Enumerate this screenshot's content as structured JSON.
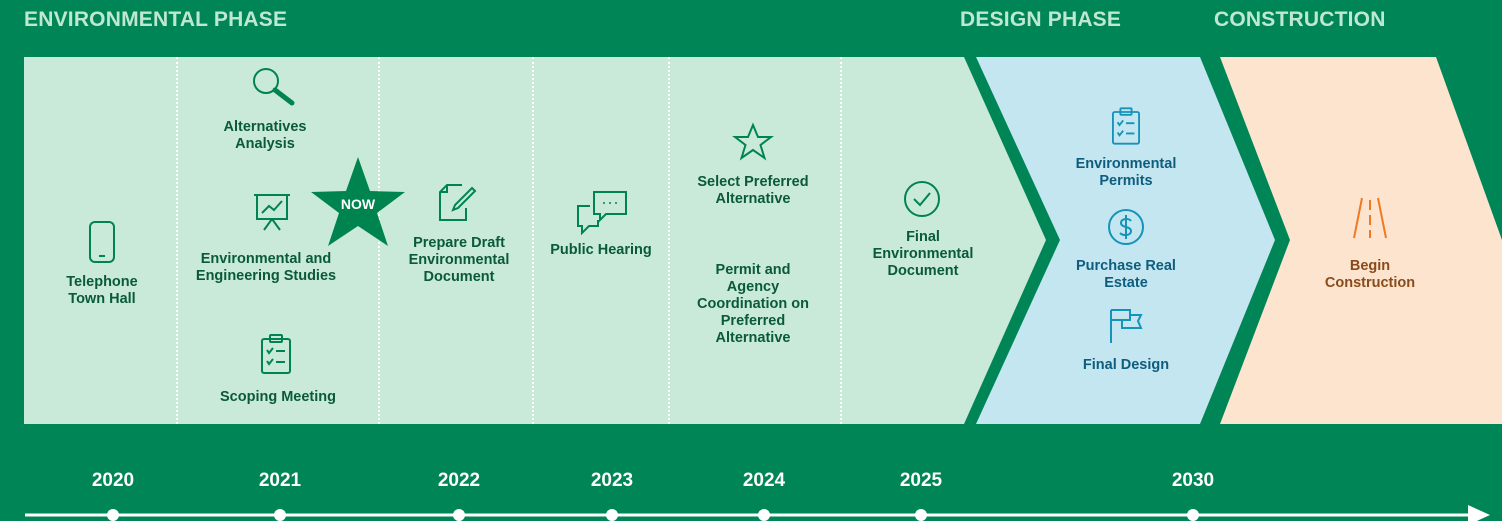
{
  "phases": {
    "environmental": "ENVIRONMENTAL PHASE",
    "design": "DESIGN PHASE",
    "construction": "CONSTRUCTION"
  },
  "now_marker": "NOW",
  "steps": {
    "telephone_town_hall": "Telephone Town Hall",
    "alternatives_analysis": "Alternatives Analysis",
    "environmental_studies": "Environmental and Engineering Studies",
    "scoping_meeting": "Scoping Meeting",
    "prepare_draft": "Prepare Draft Environmental Document",
    "public_hearing": "Public Hearing",
    "select_preferred": "Select Preferred Alternative",
    "permit_coordination": "Permit and Agency Coordination on Preferred Alternative",
    "final_environmental_document": "Final Environmental Document",
    "environmental_permits": "Environmental Permits",
    "purchase_real_estate": "Purchase Real Estate",
    "final_design": "Final Design",
    "begin_construction": "Begin Construction"
  },
  "icons": {
    "telephone_town_hall": "smartphone-icon",
    "alternatives_analysis": "magnifier-icon",
    "environmental_studies": "presentation-board-icon",
    "scoping_meeting": "clipboard-checklist-icon",
    "prepare_draft": "document-pencil-icon",
    "public_hearing": "speech-bubbles-icon",
    "select_preferred": "star-icon",
    "final_environmental_document": "check-circle-icon",
    "environmental_permits": "clipboard-checklist-icon",
    "purchase_real_estate": "dollar-circle-icon",
    "final_design": "flag-icon",
    "begin_construction": "road-icon"
  },
  "years": [
    "2020",
    "2021",
    "2022",
    "2023",
    "2024",
    "2025",
    "2030"
  ],
  "colors": {
    "background": "#008556",
    "environmental_band": "#c9ead9",
    "design_band": "#c3e6f1",
    "construction_band": "#fde4cf",
    "phase_title": "#bfe8d2",
    "green_icon": "#00844f",
    "blue_icon": "#1693b8",
    "orange_icon": "#f07a22"
  }
}
